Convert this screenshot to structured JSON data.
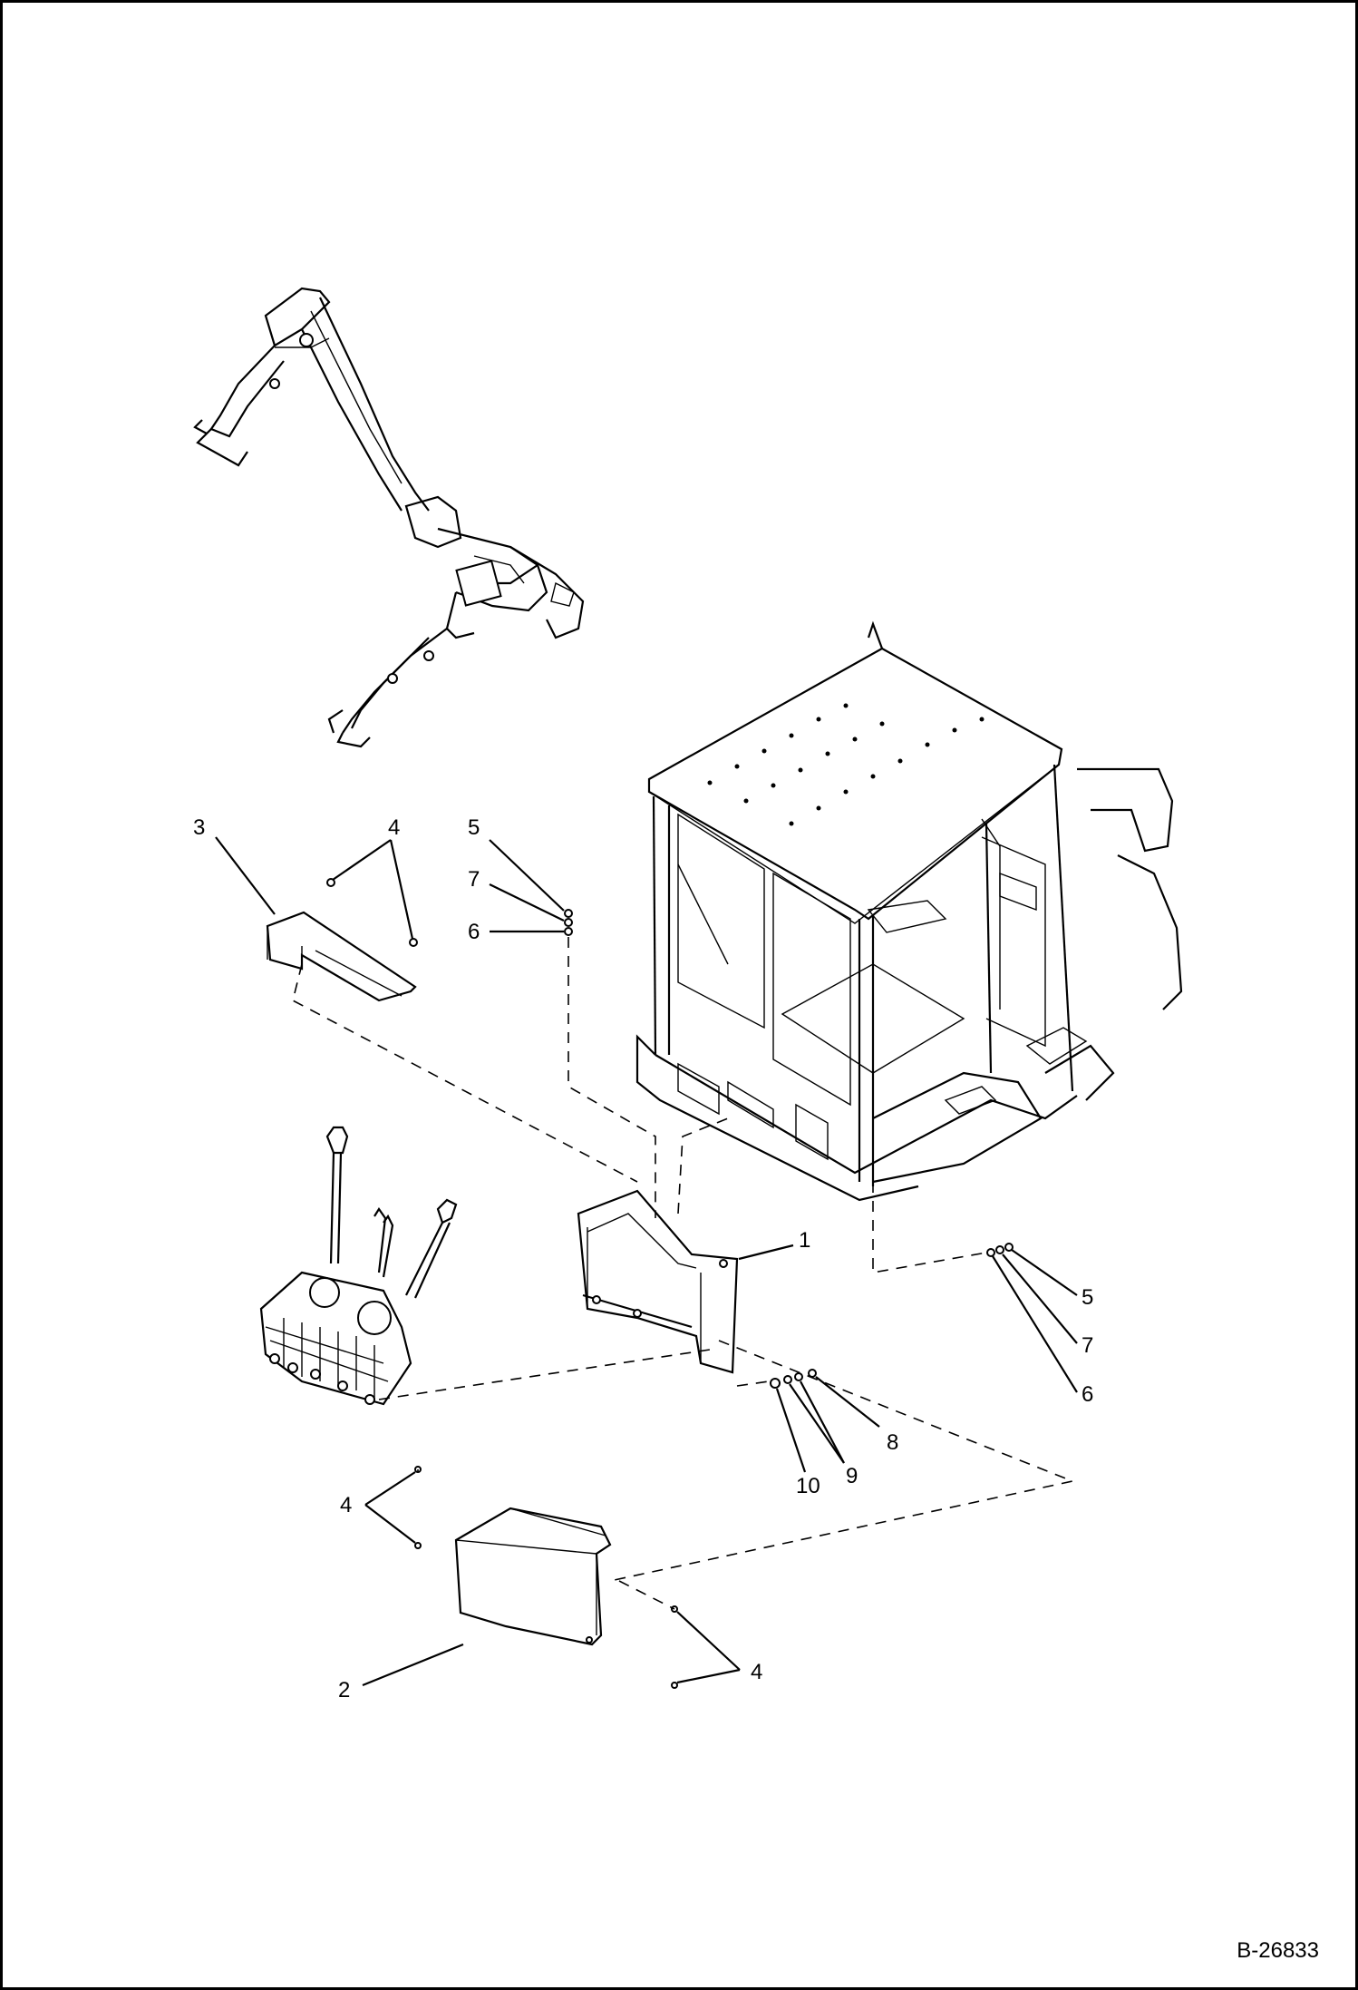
{
  "drawing_number": "B-26833",
  "callouts": {
    "c1": "1",
    "c2": "2",
    "c3": "3",
    "c4a": "4",
    "c4b": "4",
    "c4c": "4",
    "c5a": "5",
    "c5b": "5",
    "c6a": "6",
    "c6b": "6",
    "c7a": "7",
    "c7b": "7",
    "c8": "8",
    "c9": "9",
    "c10": "10"
  }
}
